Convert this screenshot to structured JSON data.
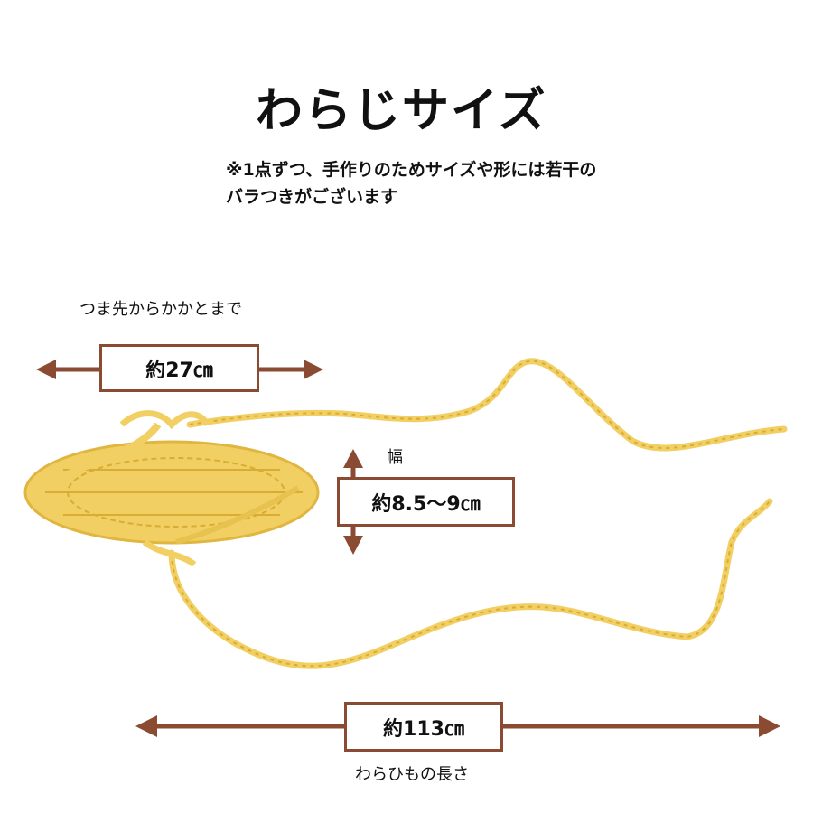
{
  "title": "わらじサイズ",
  "note": {
    "line1": "※1点ずつ、手作りのためサイズや形には若干の",
    "line2": "バラつきがございます"
  },
  "length": {
    "caption": "つま先からかかとまで",
    "value": "約27㎝"
  },
  "width": {
    "caption": "幅",
    "value": "約8.5〜9㎝"
  },
  "rope": {
    "caption": "わらひもの長さ",
    "value": "約113㎝"
  },
  "colors": {
    "arrow": "#8b4a32",
    "straw": "#f2cf63",
    "straw_dark": "#d9ac34"
  }
}
